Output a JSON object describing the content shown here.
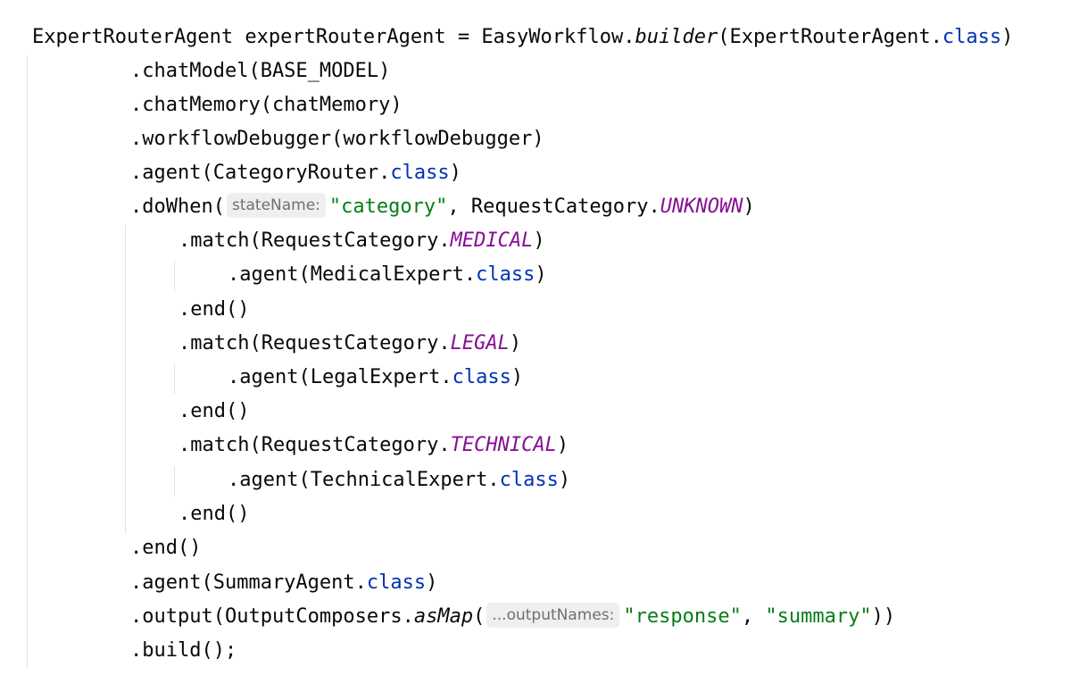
{
  "code": {
    "l1": {
      "t1": "ExpertRouterAgent expertRouterAgent = EasyWorkflow.",
      "t2": "builder",
      "t3": "(ExpertRouterAgent.",
      "kw": "class",
      "t4": ")"
    },
    "l2": {
      "t1": ".chatModel(BASE_MODEL)"
    },
    "l3": {
      "t1": ".chatMemory(chatMemory)"
    },
    "l4": {
      "t1": ".workflowDebugger(workflowDebugger)"
    },
    "l5": {
      "t1": ".agent(CategoryRouter.",
      "kw": "class",
      "t2": ")"
    },
    "l6": {
      "t1": ".doWhen(",
      "hint": "stateName:",
      "str": "\"category\"",
      "t2": ", RequestCategory.",
      "const": "UNKNOWN",
      "t3": ")"
    },
    "l7": {
      "t1": ".match(RequestCategory.",
      "const": "MEDICAL",
      "t2": ")"
    },
    "l8": {
      "t1": ".agent(MedicalExpert.",
      "kw": "class",
      "t2": ")"
    },
    "l9": {
      "t1": ".end()"
    },
    "l10": {
      "t1": ".match(RequestCategory.",
      "const": "LEGAL",
      "t2": ")"
    },
    "l11": {
      "t1": ".agent(LegalExpert.",
      "kw": "class",
      "t2": ")"
    },
    "l12": {
      "t1": ".end()"
    },
    "l13": {
      "t1": ".match(RequestCategory.",
      "const": "TECHNICAL",
      "t2": ")"
    },
    "l14": {
      "t1": ".agent(TechnicalExpert.",
      "kw": "class",
      "t2": ")"
    },
    "l15": {
      "t1": ".end()"
    },
    "l16": {
      "t1": ".end()"
    },
    "l17": {
      "t1": ".agent(SummaryAgent.",
      "kw": "class",
      "t2": ")"
    },
    "l18": {
      "t1": ".output(OutputComposers.",
      "t2": "asMap",
      "t3": "(",
      "hint": "...outputNames:",
      "str1": "\"response\"",
      "t4": ", ",
      "str2": "\"summary\"",
      "t5": "))"
    },
    "l19": {
      "t1": ".build();"
    }
  },
  "colors": {
    "keyword": "#0033b3",
    "string": "#067d17",
    "constant": "#871094",
    "text": "#080808",
    "hint_bg": "#efefef",
    "hint_text": "#6f6f6f"
  }
}
